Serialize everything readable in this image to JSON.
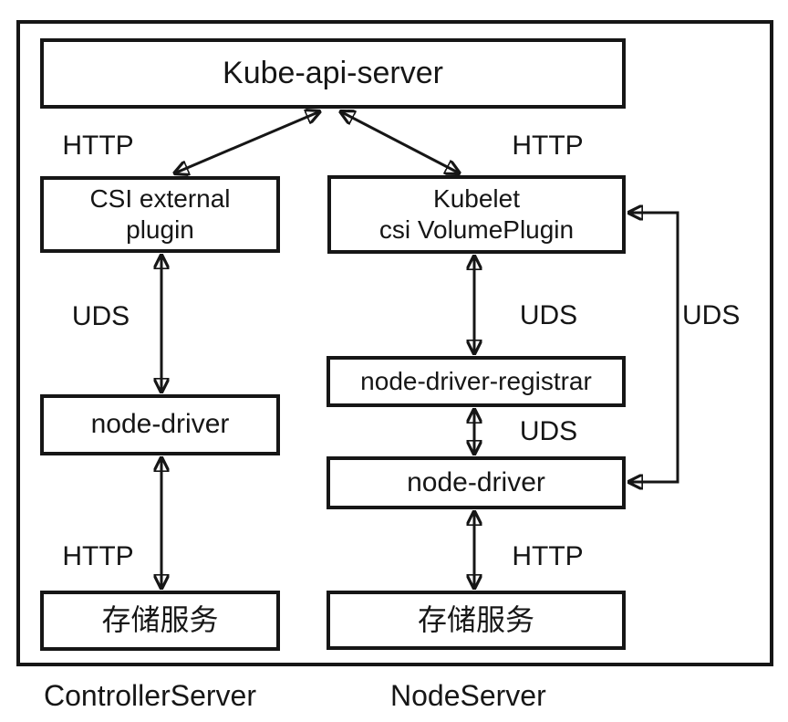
{
  "nodes": {
    "kube_api_server": {
      "label": "Kube-api-server"
    },
    "csi_external_plugin": {
      "line1": "CSI external",
      "line2": "plugin"
    },
    "kubelet": {
      "line1": "Kubelet",
      "line2": "csi VolumePlugin"
    },
    "node_driver_left": {
      "label": "node-driver"
    },
    "node_driver_registrar": {
      "label": "node-driver-registrar"
    },
    "node_driver_right": {
      "label": "node-driver"
    },
    "storage_service_left": {
      "label": "存储服务"
    },
    "storage_service_right": {
      "label": "存储服务"
    }
  },
  "edge_labels": {
    "http_api_csi": "HTTP",
    "http_api_kubelet": "HTTP",
    "uds_csi_nodedriver": "UDS",
    "uds_kubelet_registrar": "UDS",
    "uds_kubelet_nodedriver": "UDS",
    "uds_registrar_nodedriver": "UDS",
    "http_nodedriver_storage_left": "HTTP",
    "http_nodedriver_storage_right": "HTTP"
  },
  "footers": {
    "left": "ControllerServer",
    "right": "NodeServer"
  },
  "colors": {
    "line": "#161616",
    "text": "#161616",
    "background": "#ffffff"
  }
}
